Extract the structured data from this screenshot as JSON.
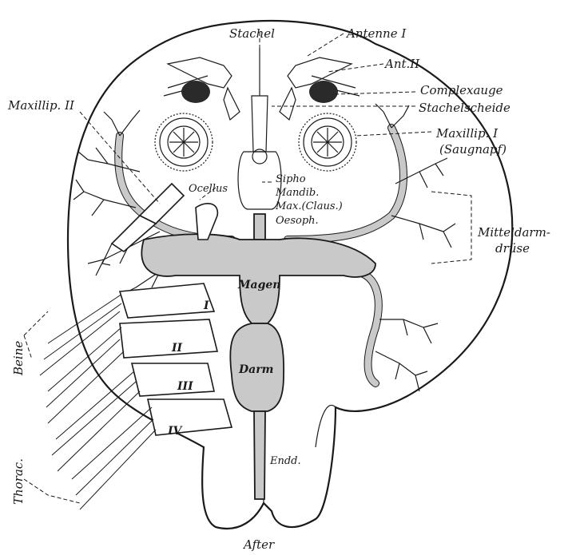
{
  "figure": {
    "labels": {
      "stachel": "Stachel",
      "antenne1": "Antenne I",
      "ant2": "Ant.II",
      "complexauge": "Complexauge",
      "stachelscheide": "Stachelscheide",
      "maxillip1": "Maxillip. I",
      "saugnapf": "(Saugnapf)",
      "maxillip2": "Maxillip. II",
      "ocellus": "Ocellus",
      "sipho": "Sipho",
      "mandib": "Mandib.",
      "max_claus": "Max.(Claus.)",
      "oesoph": "Oesoph.",
      "mitteldarm1": "Mitteldarm-",
      "mitteldarm2": "drüse",
      "magen": "Magen",
      "darm": "Darm",
      "enddarm": "Endd.",
      "after": "After",
      "beine": "Beine",
      "thorac": "Thorac.",
      "leg1": "I",
      "leg2": "II",
      "leg3": "III",
      "leg4": "IV"
    },
    "colors": {
      "ink": "#1a1a1a",
      "gut_fill": "#c9c9c9",
      "background": "#ffffff"
    }
  }
}
